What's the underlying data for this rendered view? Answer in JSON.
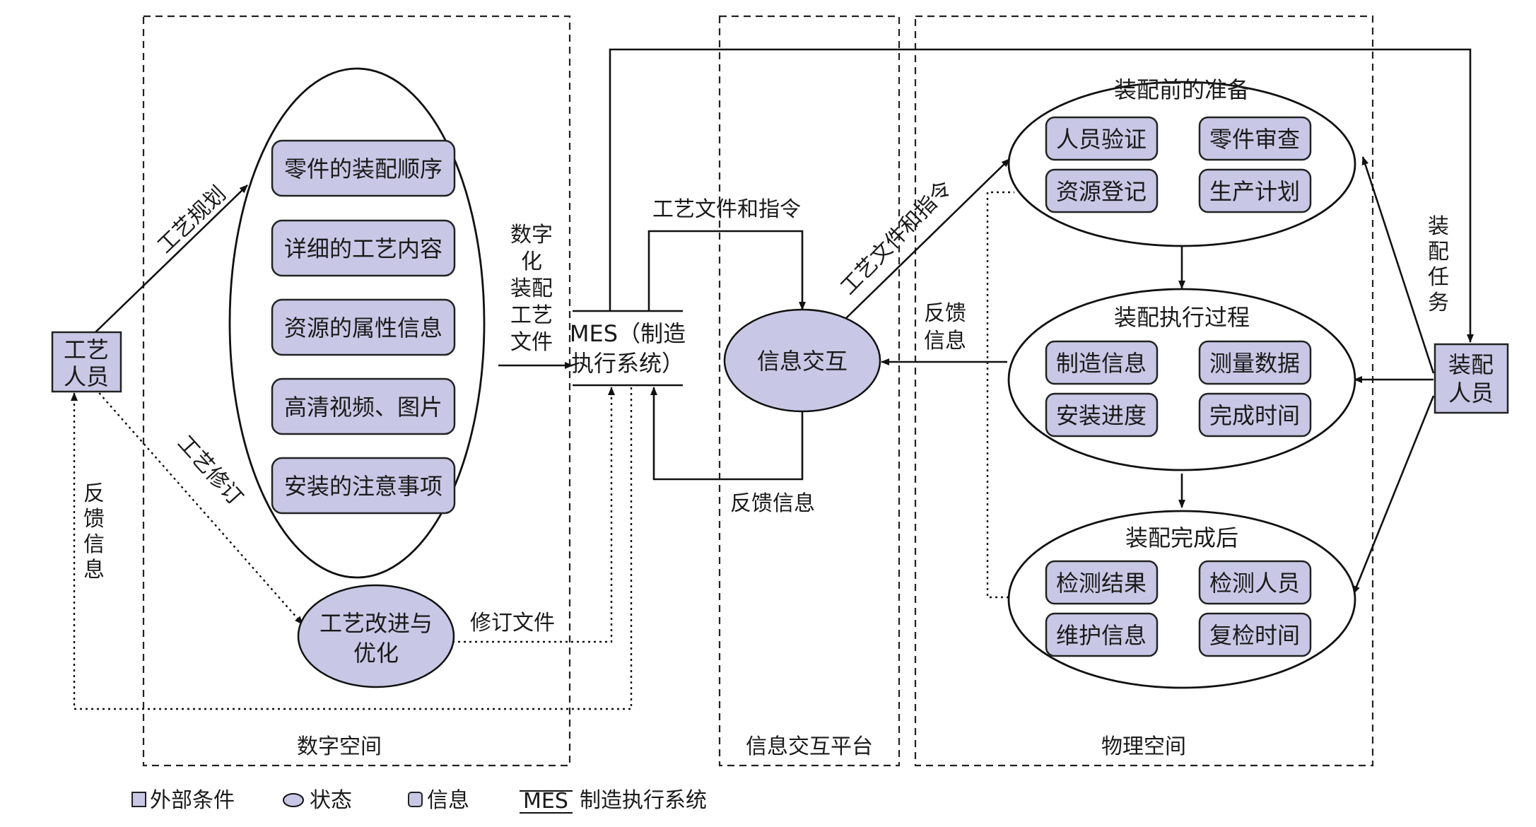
{
  "external": {
    "process_staff": [
      "工艺",
      "人员"
    ],
    "assembly_staff": [
      "装配",
      "人员"
    ]
  },
  "digital_space": {
    "label": "数字空间",
    "items": [
      "零件的装配顺序",
      "详细的工艺内容",
      "资源的属性信息",
      "高清视频、图片",
      "安装的注意事项"
    ],
    "improve": [
      "工艺改进与",
      "优化"
    ]
  },
  "mes": {
    "lines": [
      "MES（制造",
      "执行系统）"
    ]
  },
  "platform": {
    "label": "信息交互平台",
    "node": "信息交互"
  },
  "physical_space": {
    "label": "物理空间",
    "stages": [
      {
        "title": "装配前的准备",
        "items": [
          "人员验证",
          "零件审查",
          "资源登记",
          "生产计划"
        ]
      },
      {
        "title": "装配执行过程",
        "items": [
          "制造信息",
          "测量数据",
          "安装进度",
          "完成时间"
        ]
      },
      {
        "title": "装配完成后",
        "items": [
          "检测结果",
          "检测人员",
          "维护信息",
          "复检时间"
        ]
      }
    ]
  },
  "edges": {
    "process_planning": "工艺规划",
    "process_revision": "工艺修订",
    "feedback_left": [
      "反",
      "馈",
      "信",
      "息"
    ],
    "digital_doc": [
      "数字",
      "化",
      "装配",
      "工艺",
      "文件"
    ],
    "revision_doc": "修订文件",
    "doc_and_cmd_top": "工艺文件和指令",
    "doc_and_cmd_diag": "工艺文件和指令",
    "feedback_bottom": "反馈信息",
    "feedback_right": [
      "反馈",
      "信息"
    ],
    "assembly_task": [
      "装",
      "配",
      "任",
      "务"
    ]
  },
  "legend": {
    "external": "外部条件",
    "state": "状态",
    "info": "信息",
    "mes_abbr": "MES",
    "mes_full": "制造执行系统"
  },
  "colors": {
    "fill": "#c8c8e6",
    "stroke": "#111111"
  }
}
